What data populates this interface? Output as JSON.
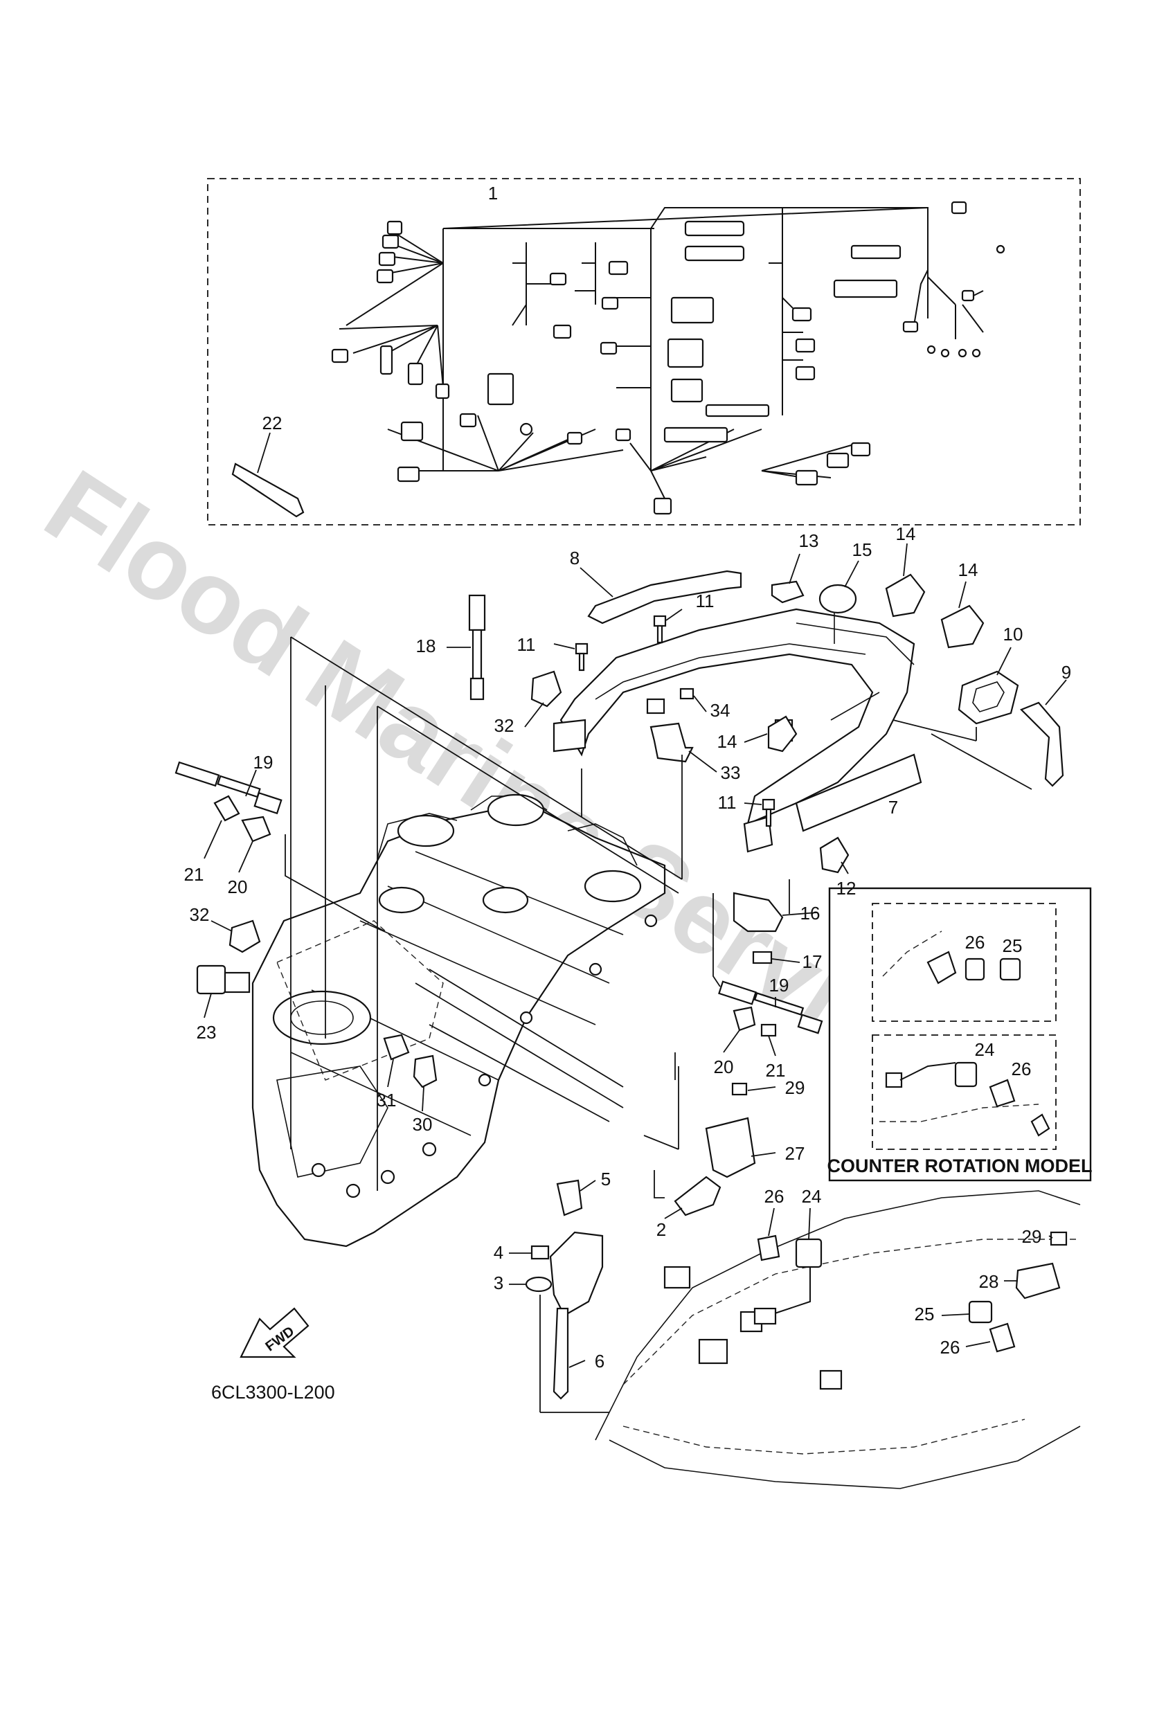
{
  "watermark": "Flood Marine Services",
  "diagram_code": "6CL3300-L200",
  "inset": {
    "caption": "COUNTER ROTATION MODEL"
  },
  "direction_marker": {
    "label": "FWD",
    "icon": "fwd-arrow-icon"
  },
  "callouts": [
    {
      "id": "c1",
      "label": "1"
    },
    {
      "id": "c22",
      "label": "22"
    },
    {
      "id": "c8",
      "label": "8"
    },
    {
      "id": "c13",
      "label": "13"
    },
    {
      "id": "c15",
      "label": "15"
    },
    {
      "id": "c14a",
      "label": "14"
    },
    {
      "id": "c14b",
      "label": "14"
    },
    {
      "id": "c11a",
      "label": "11"
    },
    {
      "id": "c11b",
      "label": "11"
    },
    {
      "id": "c10",
      "label": "10"
    },
    {
      "id": "c9",
      "label": "9"
    },
    {
      "id": "c18",
      "label": "18"
    },
    {
      "id": "c32a",
      "label": "32"
    },
    {
      "id": "c34",
      "label": "34"
    },
    {
      "id": "c14c",
      "label": "14"
    },
    {
      "id": "c33",
      "label": "33"
    },
    {
      "id": "c19a",
      "label": "19"
    },
    {
      "id": "c11c",
      "label": "11"
    },
    {
      "id": "c7",
      "label": "7"
    },
    {
      "id": "c21a",
      "label": "21"
    },
    {
      "id": "c20a",
      "label": "20"
    },
    {
      "id": "c12",
      "label": "12"
    },
    {
      "id": "c16",
      "label": "16"
    },
    {
      "id": "c32b",
      "label": "32"
    },
    {
      "id": "c17",
      "label": "17"
    },
    {
      "id": "c23",
      "label": "23"
    },
    {
      "id": "c19b",
      "label": "19"
    },
    {
      "id": "c20b",
      "label": "20"
    },
    {
      "id": "c21b",
      "label": "21"
    },
    {
      "id": "c31",
      "label": "31"
    },
    {
      "id": "c30",
      "label": "30"
    },
    {
      "id": "c29a",
      "label": "29"
    },
    {
      "id": "c27",
      "label": "27"
    },
    {
      "id": "c5",
      "label": "5"
    },
    {
      "id": "c2",
      "label": "2"
    },
    {
      "id": "c26a",
      "label": "26"
    },
    {
      "id": "c24a",
      "label": "24"
    },
    {
      "id": "c4",
      "label": "4"
    },
    {
      "id": "c3",
      "label": "3"
    },
    {
      "id": "c6",
      "label": "6"
    },
    {
      "id": "c29b",
      "label": "29"
    },
    {
      "id": "c28",
      "label": "28"
    },
    {
      "id": "c25a",
      "label": "25"
    },
    {
      "id": "c26b",
      "label": "26"
    },
    {
      "id": "c26c",
      "label": "26"
    },
    {
      "id": "c25b",
      "label": "25"
    },
    {
      "id": "c24b",
      "label": "24"
    },
    {
      "id": "c26d",
      "label": "26"
    }
  ]
}
